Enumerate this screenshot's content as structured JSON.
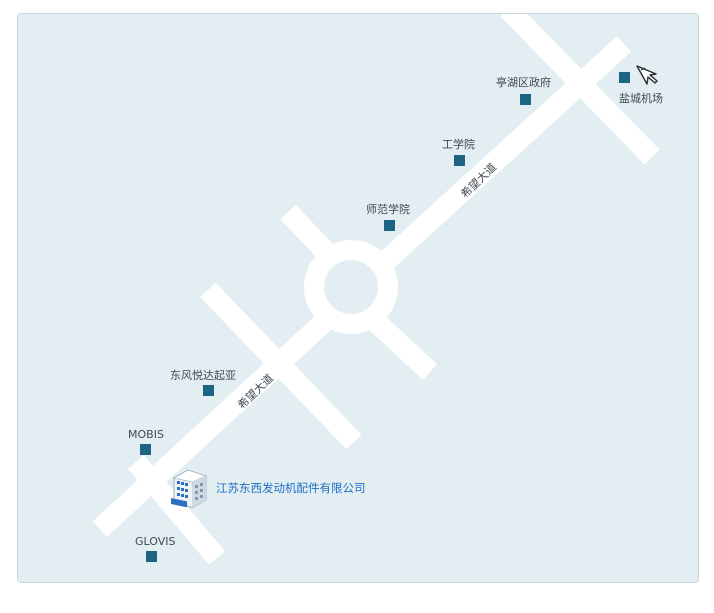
{
  "places": {
    "tinghu_gov": "亭湖区政府",
    "airport": "盐城机场",
    "engineering_college": "工学院",
    "normal_college": "师范学院",
    "dongfeng_kia": "东风悦达起亚",
    "mobis": "MOBIS",
    "glovis": "GLOVIS"
  },
  "roads": {
    "upper_label": "希望大道",
    "lower_label": "希望大道"
  },
  "company": {
    "name": "江苏东西发动机配件有限公司"
  },
  "colors": {
    "background": "#e3eef2",
    "road": "#ffffff",
    "marker": "#1d6384",
    "company_text": "#1f6fc2"
  },
  "icons": {
    "company": "building-icon",
    "airport": "airplane-icon"
  }
}
